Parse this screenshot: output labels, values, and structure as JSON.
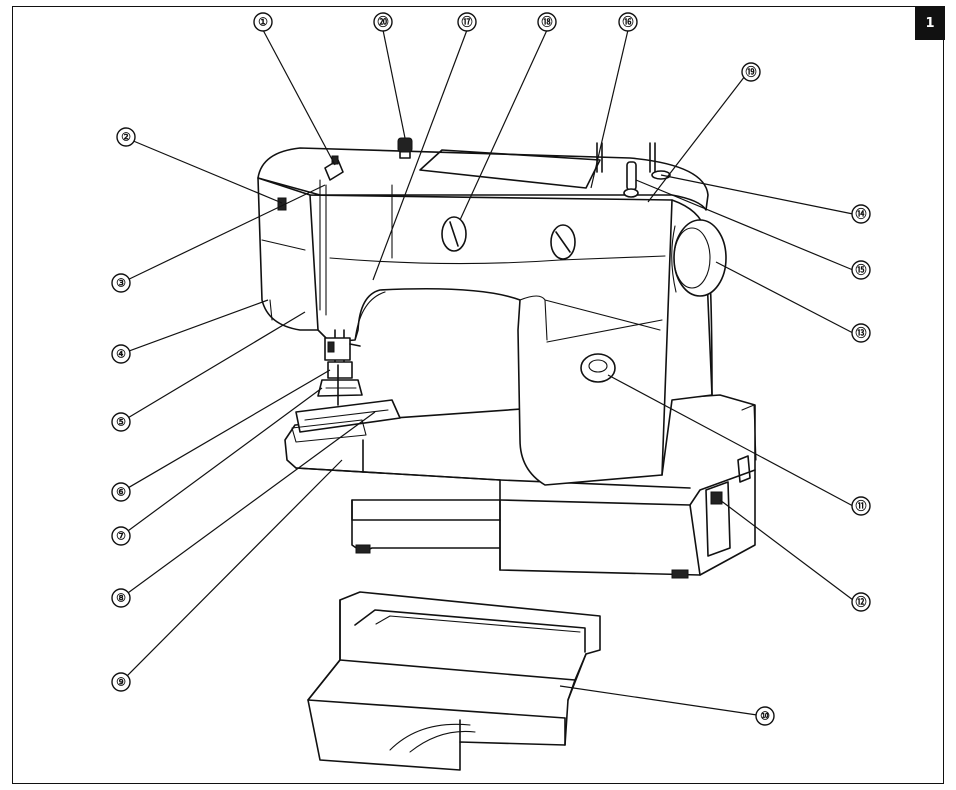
{
  "page_tab": "1",
  "callouts": [
    {
      "id": "1",
      "label": "①"
    },
    {
      "id": "2",
      "label": "②"
    },
    {
      "id": "3",
      "label": "③"
    },
    {
      "id": "4",
      "label": "④"
    },
    {
      "id": "5",
      "label": "⑤"
    },
    {
      "id": "6",
      "label": "⑥"
    },
    {
      "id": "7",
      "label": "⑦"
    },
    {
      "id": "8",
      "label": "⑧"
    },
    {
      "id": "9",
      "label": "⑨"
    },
    {
      "id": "10",
      "label": "⑩"
    },
    {
      "id": "11",
      "label": "⑪"
    },
    {
      "id": "12",
      "label": "⑫"
    },
    {
      "id": "13",
      "label": "⑬"
    },
    {
      "id": "14",
      "label": "⑭"
    },
    {
      "id": "15",
      "label": "⑮"
    },
    {
      "id": "16",
      "label": "⑯"
    },
    {
      "id": "17",
      "label": "⑰"
    },
    {
      "id": "18",
      "label": "⑱"
    },
    {
      "id": "19",
      "label": "⑲"
    },
    {
      "id": "20",
      "label": "⑳"
    }
  ]
}
